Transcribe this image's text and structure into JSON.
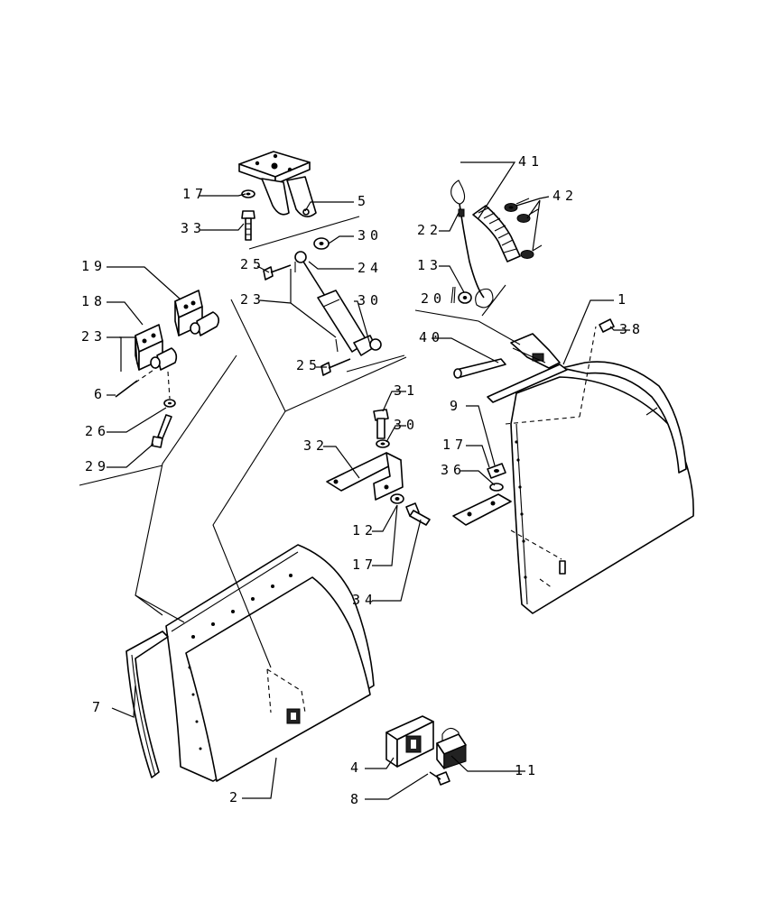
{
  "labels": {
    "l1": "1",
    "l2": "2",
    "l4": "4",
    "l5": "5",
    "l6": "6",
    "l7": "7",
    "l8": "8",
    "l9": "9",
    "l11": "11",
    "l12": "12",
    "l13": "13",
    "l17a": "17",
    "l17b": "17",
    "l17c": "17",
    "l18": "18",
    "l19": "19",
    "l20": "20",
    "l22": "22",
    "l23a": "23",
    "l23b": "23",
    "l24": "24",
    "l25a": "25",
    "l25b": "25",
    "l26": "26",
    "l29": "29",
    "l30a": "30",
    "l30b": "30",
    "l30c": "30",
    "l31": "31",
    "l32": "32",
    "l33": "33",
    "l34": "34",
    "l36": "36",
    "l38": "38",
    "l40": "40",
    "l41": "41",
    "l42": "42"
  }
}
